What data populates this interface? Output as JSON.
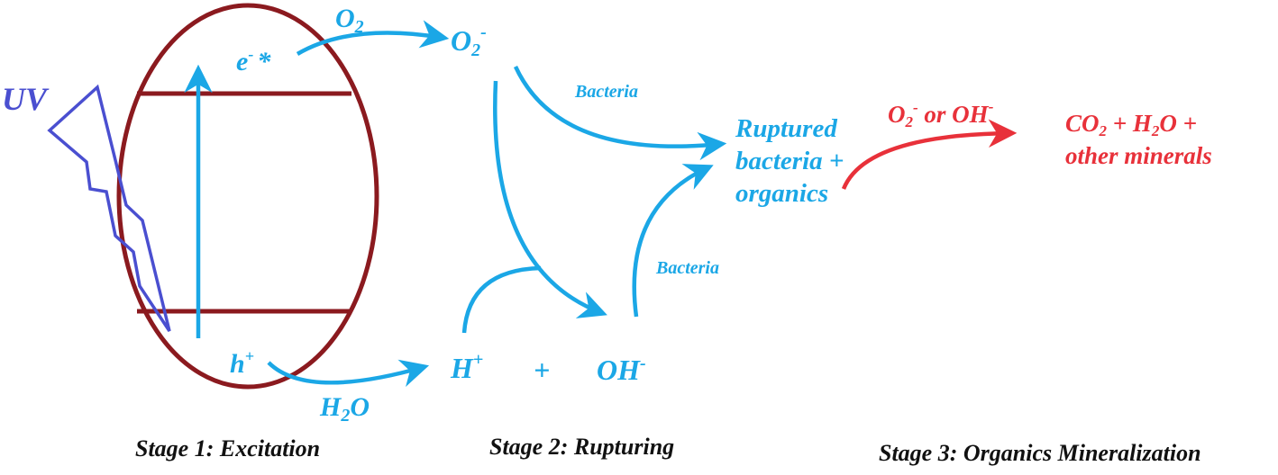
{
  "colors": {
    "blue": "#1ba7e6",
    "red": "#e8313a",
    "purple": "#4a4fd0",
    "maroon": "#8b1a1f",
    "black": "#111111"
  },
  "labels": {
    "uv": "UV",
    "electron": "e",
    "electron_sup": "-",
    "electron_star": "*",
    "hole": "h",
    "hole_sup": "+",
    "o2_reactant": "O",
    "o2_reactant_sub": "2",
    "superoxide": "O",
    "superoxide_sub": "2",
    "superoxide_sup": "-",
    "water": "H",
    "water_sub": "2",
    "water_o": "O",
    "h_plus": "H",
    "h_plus_sup": "+",
    "plus": "+",
    "hydroxyl": "OH",
    "hydroxyl_sup": "-",
    "bacteria_top": "Bacteria",
    "bacteria_bottom": "Bacteria",
    "ruptured_line1": "Ruptured",
    "ruptured_line2": "bacteria +",
    "ruptured_line3": "organics",
    "oxidant_o": "O",
    "oxidant_sub": "2",
    "oxidant_sup": "-",
    "oxidant_or": " or OH",
    "oxidant_or_sup": "-",
    "products_co": "CO",
    "products_co_sub": "2",
    "products_plus_h": " + H",
    "products_h_sub": "2",
    "products_o_plus": "O +",
    "products_line2": "other minerals"
  },
  "stages": {
    "stage1": "Stage 1: Excitation",
    "stage2": "Stage 2: Rupturing",
    "stage3": "Stage 3: Organics Mineralization"
  }
}
